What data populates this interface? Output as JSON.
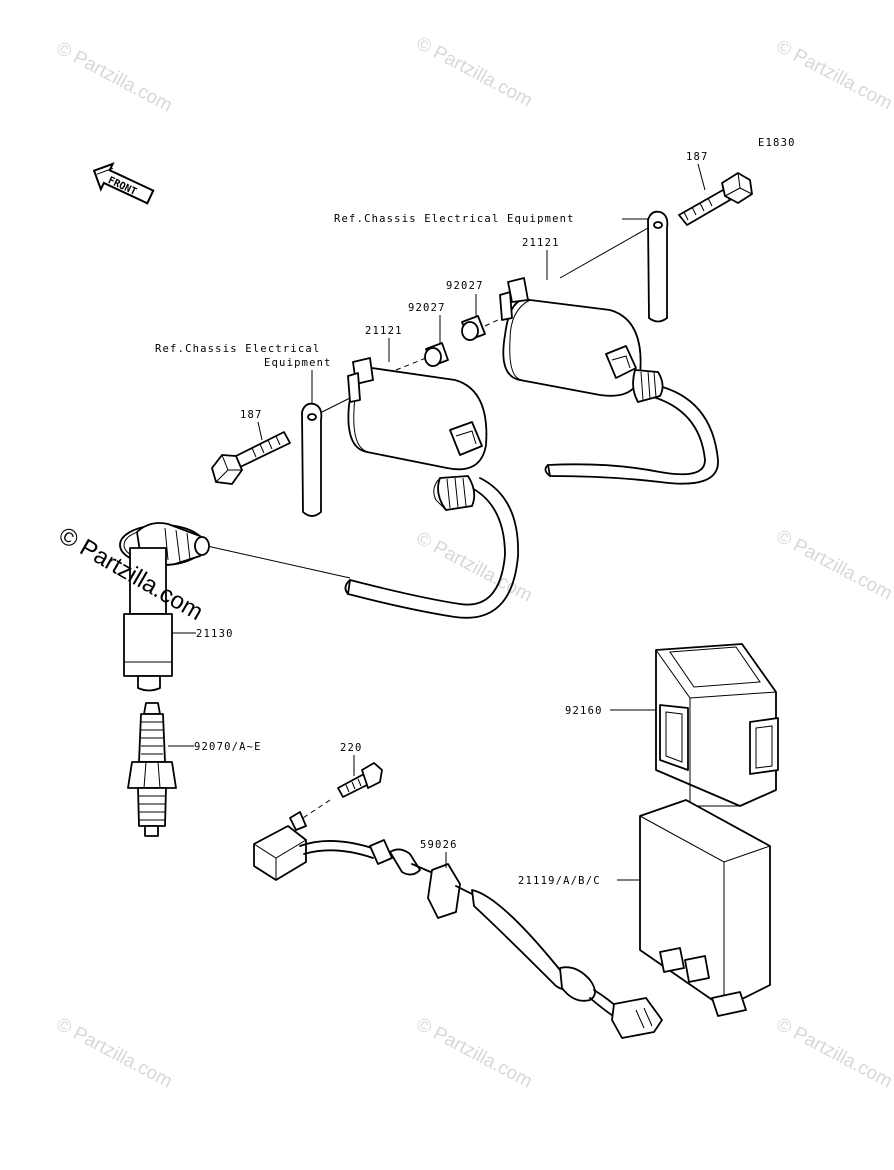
{
  "diagram": {
    "code": "E1830",
    "front_label": "FRONT",
    "watermark": "© Partzilla.com",
    "parts": {
      "bolt_upper": "187",
      "ref_upper": "Ref.Chassis Electrical Equipment",
      "coil_upper": "21121",
      "collar_upper": "92027",
      "collar_lower": "92027",
      "coil_lower": "21121",
      "ref_lower_line1": "Ref.Chassis Electrical",
      "ref_lower_line2": "Equipment",
      "bolt_lower": "187",
      "plug_cap": "21130",
      "spark_plug": "92070/A~E",
      "screw": "220",
      "harness": "59026",
      "igniter_case": "92160",
      "igniter": "21119/A/B/C"
    }
  }
}
